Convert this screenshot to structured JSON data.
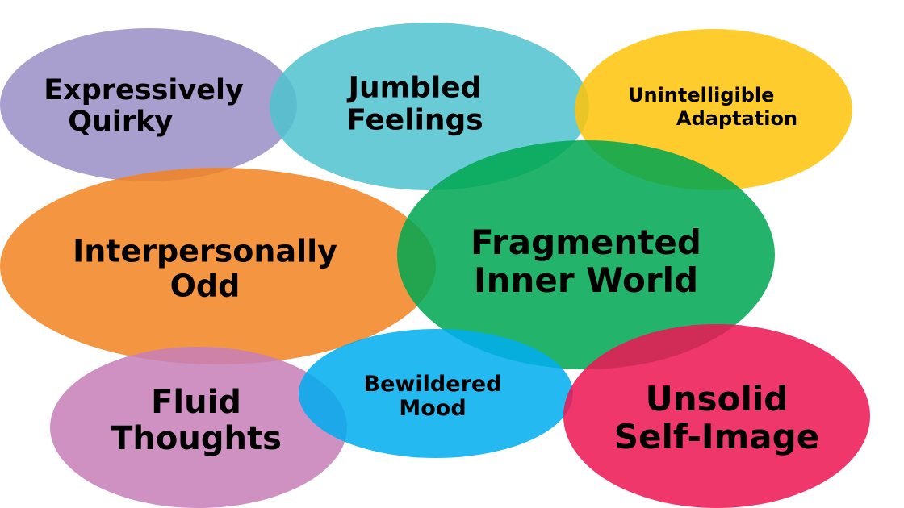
{
  "diagram": {
    "bubbles": [
      {
        "id": "expressively-quirky",
        "lines": [
          "Expressively",
          "Quirky"
        ],
        "color": "#9A8FC6"
      },
      {
        "id": "jumbled-feelings",
        "lines": [
          "Jumbled",
          "Feelings"
        ],
        "color": "#4FC3CF"
      },
      {
        "id": "unintelligible-adaptation",
        "lines": [
          "Unintelligible",
          "Adaptation"
        ],
        "color": "#FFC40A"
      },
      {
        "id": "interpersonally-odd",
        "lines": [
          "Interpersonally",
          "Odd"
        ],
        "color": "#F28322"
      },
      {
        "id": "fragmented-inner-world",
        "lines": [
          "Fragmented",
          "Inner World"
        ],
        "color": "#00A651"
      },
      {
        "id": "fluid-thoughts",
        "lines": [
          "Fluid",
          "Thoughts"
        ],
        "color": "#C77FB8"
      },
      {
        "id": "bewildered-mood",
        "lines": [
          "Bewildered",
          "Mood"
        ],
        "color": "#00AEEF"
      },
      {
        "id": "unsolid-self-image",
        "lines": [
          "Unsolid",
          "Self-Image"
        ],
        "color": "#ED1654"
      }
    ]
  }
}
